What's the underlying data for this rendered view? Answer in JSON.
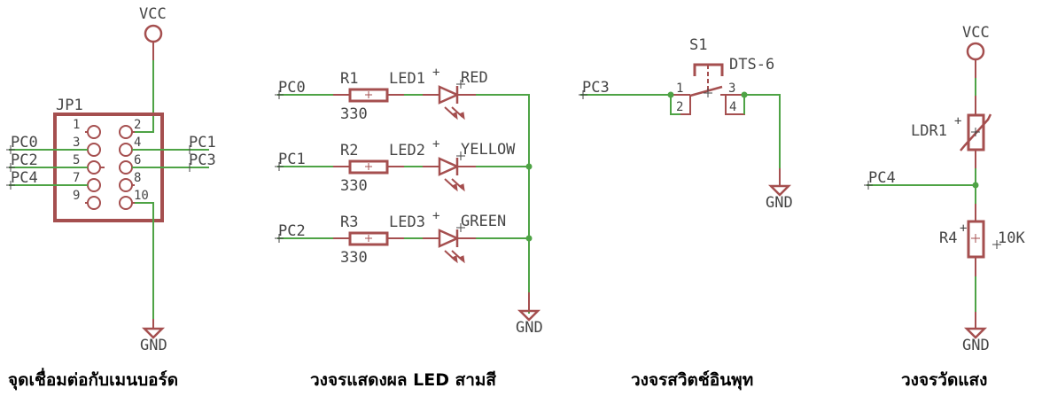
{
  "colors": {
    "symbol": "#a54f4f",
    "wire": "#4ea345",
    "text": "#454545"
  },
  "power": {
    "vcc": "VCC",
    "gnd": "GND"
  },
  "connector": {
    "name": "JP1",
    "pins": [
      "1",
      "2",
      "3",
      "4",
      "5",
      "6",
      "7",
      "8",
      "9",
      "10"
    ],
    "left_nets": [
      "PC0",
      "PC2",
      "PC4"
    ],
    "right_nets": [
      "PC1",
      "PC3"
    ]
  },
  "led_circuit": {
    "rows": [
      {
        "net": "PC0",
        "resistor": "R1",
        "value": "330",
        "led": "LED1",
        "color": "RED",
        "plus": "+"
      },
      {
        "net": "PC1",
        "resistor": "R2",
        "value": "330",
        "led": "LED2",
        "color": "YELLOW",
        "plus": "+"
      },
      {
        "net": "PC2",
        "resistor": "R3",
        "value": "330",
        "led": "LED3",
        "color": "GREEN",
        "plus": "+"
      }
    ]
  },
  "switch_circuit": {
    "net": "PC3",
    "name": "S1",
    "part": "DTS-6",
    "pins": [
      "1",
      "2",
      "3",
      "4"
    ]
  },
  "ldr_circuit": {
    "net": "PC4",
    "ldr": "LDR1",
    "resistor": "R4",
    "value": "10K",
    "plus": "+"
  },
  "captions": [
    "จุดเชื่อมต่อกับเมนบอร์ด",
    "วงจรแสดงผล LED สามสี",
    "วงจรสวิตช์อินพุท",
    "วงจรวัดแสง"
  ]
}
